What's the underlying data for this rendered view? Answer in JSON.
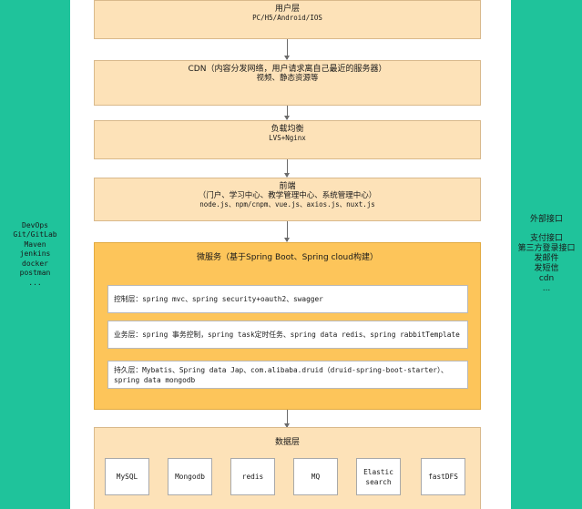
{
  "left_panel": {
    "lines": [
      "DevOps",
      "Git/GitLab",
      "Maven",
      "jenkins",
      "docker",
      "postman",
      "..."
    ]
  },
  "right_panel": {
    "title": "外部接口",
    "lines": [
      "支付接口",
      "第三方登录接口",
      "发邮件",
      "发短信",
      "cdn",
      "..."
    ]
  },
  "layers": {
    "user": {
      "title": "用户层",
      "sub": "PC/H5/Android/IOS"
    },
    "cdn": {
      "title": "CDN（内容分发网络，用户请求离自己最近的服务器）",
      "sub": "视频、静态资源等"
    },
    "lb": {
      "title": "负载均衡",
      "sub": "LVS+Nginx"
    },
    "frontend": {
      "title": "前端",
      "sub1": "（门户、学习中心、教学管理中心、系统管理中心）",
      "sub2": "node.js、npm/cnpm、vue.js、axios.js、nuxt.js"
    }
  },
  "microservice": {
    "title": "微服务（基于Spring Boot、Spring cloud构建）",
    "control": "控制层：spring mvc、spring security+oauth2、swagger",
    "business": "业务层：spring 事务控制，spring task定时任务、spring data redis、spring rabbitTemplate",
    "persist": "持久层：Mybatis、Spring data Jap、com.alibaba.druid（druid-spring-boot-starter）、spring data mongodb"
  },
  "data_layer": {
    "title": "数据层",
    "stores": [
      "MySQL",
      "Mongodb",
      "redis",
      "MQ",
      "Elastic search",
      "fastDFS"
    ]
  },
  "colors": {
    "side_panel": "#1fc39b",
    "layer_fill": "#fde2b8",
    "micro_fill": "#fdc55a"
  }
}
